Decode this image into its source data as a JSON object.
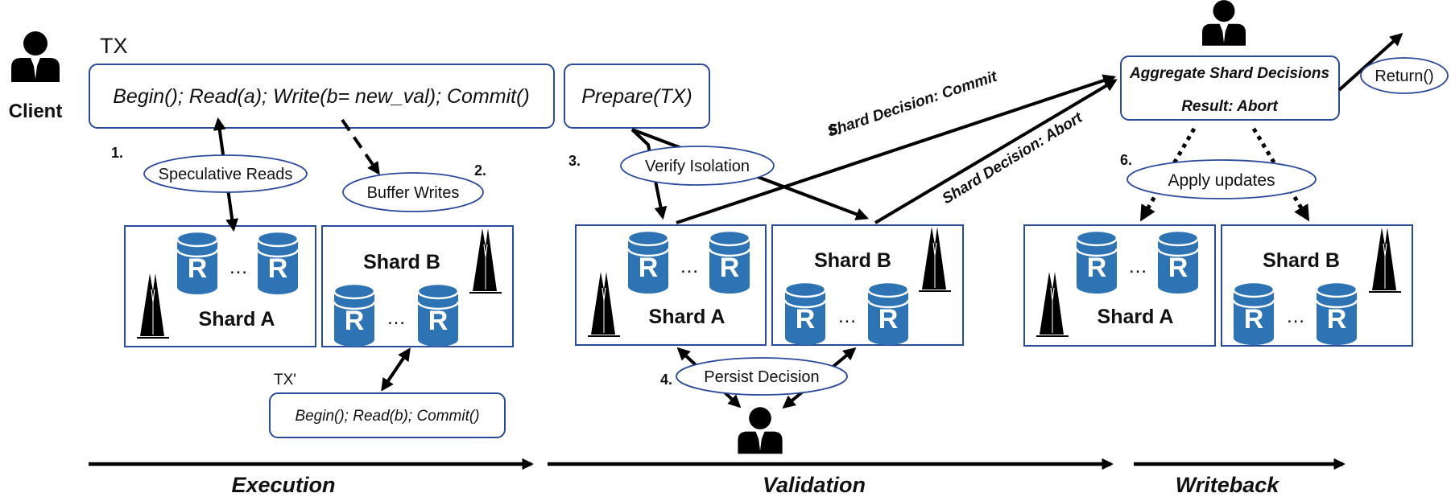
{
  "client": {
    "label": "Client"
  },
  "tx": {
    "label": "TX",
    "ops": "Begin(); Read(a); Write(b= new_val); Commit()"
  },
  "prepare": {
    "label": "Prepare(TX)"
  },
  "tx_prime": {
    "label": "TX'",
    "ops": "Begin(); Read(b); Commit()"
  },
  "steps": {
    "s1": {
      "num": "1.",
      "label": "Speculative  Reads"
    },
    "s2": {
      "num": "2.",
      "label": "Buffer Writes"
    },
    "s3": {
      "num": "3.",
      "label": "Verify Isolation"
    },
    "s4": {
      "num": "4.",
      "label": "Persist Decision"
    },
    "s5": {
      "num": "5.",
      "label": "Shard Decision: Commit"
    },
    "s5b": {
      "label": "Shard Decision: Abort"
    },
    "s6": {
      "num": "6.",
      "label": "Apply updates"
    }
  },
  "aggregate": {
    "title": "Aggregate Shard Decisions",
    "result": "Result: Abort"
  },
  "return_label": "Return()",
  "shards": {
    "a": "Shard A",
    "b": "Shard B",
    "replica": "R",
    "ellipsis": "…"
  },
  "phases": [
    "Execution",
    "Validation",
    "Writeback"
  ],
  "colors": {
    "db_blue": "#2e74b5",
    "box_border": "#2a4a9c",
    "arrow": "#000000"
  },
  "icons": [
    "person-icon",
    "database-icon",
    "leader-tower-icon"
  ]
}
